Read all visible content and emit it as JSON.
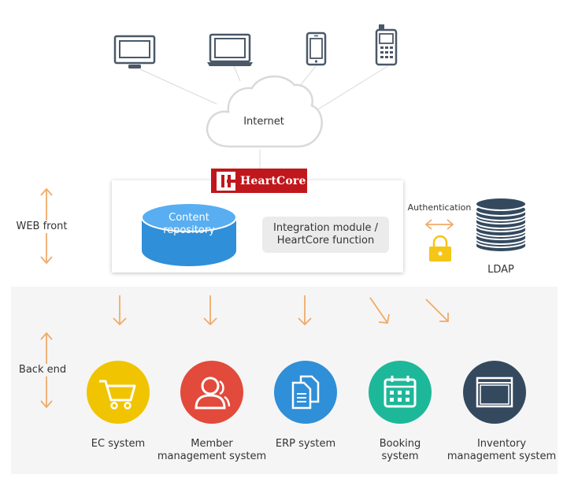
{
  "cloud_label": "Internet",
  "logo_text": "HeartCore",
  "tiers": {
    "web_front": "WEB front",
    "back_end": "Back end"
  },
  "content_repository": [
    "Content",
    "repository"
  ],
  "integration_module": [
    "Integration module /",
    "HeartCore function"
  ],
  "authentication_label": "Authentication",
  "ldap_label": "LDAP",
  "client_devices": [
    "desktop-monitor-icon",
    "laptop-icon",
    "smartphone-icon",
    "feature-phone-icon"
  ],
  "backend_systems": [
    {
      "lines": [
        "EC system"
      ],
      "color": "#f0c400",
      "icon": "shopping-cart-icon"
    },
    {
      "lines": [
        "Member",
        "management system"
      ],
      "color": "#e24a3b",
      "icon": "user-icon"
    },
    {
      "lines": [
        "ERP system"
      ],
      "color": "#2f8fd8",
      "icon": "documents-icon"
    },
    {
      "lines": [
        "Booking",
        "system"
      ],
      "color": "#1db899",
      "icon": "calendar-icon"
    },
    {
      "lines": [
        "Inventory",
        "management system"
      ],
      "color": "#34495e",
      "icon": "window-icon"
    }
  ],
  "colors": {
    "arrow": "#f0ab6a",
    "lock": "#f5c518",
    "repository": "#2f8fd8",
    "logo": "#c0171c",
    "device_stroke": "#4a5868"
  }
}
